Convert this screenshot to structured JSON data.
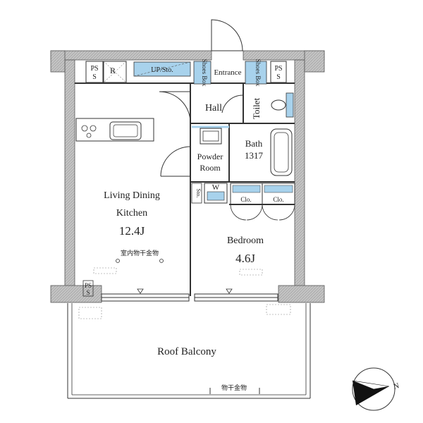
{
  "rooms": {
    "ldk": {
      "line1": "Living Dining",
      "line2": "Kitchen",
      "size": "12.4J"
    },
    "bedroom": {
      "name": "Bedroom",
      "size": "4.6J"
    },
    "hall": "Hall",
    "entrance": "Entrance",
    "toilet": "Toilet",
    "bath": {
      "name": "Bath",
      "size": "1317"
    },
    "powder": {
      "line1": "Powder",
      "line2": "Room"
    },
    "roof_balcony": "Roof Balcony"
  },
  "fixtures": {
    "ps_left": "PS",
    "ps_right": "PS",
    "ps_bottom": "PS",
    "refrigerator": "R",
    "up_storage": "UP/Sto.",
    "shoes_box_left": "Shoes Box",
    "shoes_box_right": "Shoes Box",
    "storage": "Sto.",
    "washer": "W",
    "closet_1": "Clo.",
    "closet_2": "Clo.",
    "indoor_drying": "室内物干金物",
    "drying_hardware": "物干金物"
  },
  "compass": {
    "label": "N"
  },
  "colors": {
    "wall": "#b8b8b8",
    "line": "#333333",
    "accent": "#a8d2ec"
  }
}
